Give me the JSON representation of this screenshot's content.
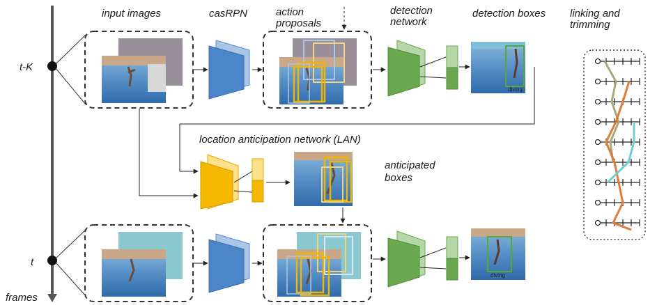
{
  "labels": {
    "input_images": "input images",
    "casrpn": "casRPN",
    "action_proposals_1": "action",
    "action_proposals_2": "proposals",
    "detection_network_1": "detection",
    "detection_network_2": "network",
    "detection_boxes": "detection boxes",
    "linking_1": "linking and",
    "linking_2": "trimming",
    "lan": "location anticipation network (LAN)",
    "anticipated_1": "anticipated",
    "anticipated_2": "boxes",
    "time_tk": "t-K",
    "time_t": "t",
    "frames": "frames",
    "diving_top": "diving",
    "diving_bottom": "diving"
  },
  "colors": {
    "casrpn_blue": "#4a86c8",
    "casrpn_light": "#a9c6e8",
    "detection_green": "#6aa84f",
    "detection_light": "#b6d7a8",
    "lan_yellow": "#f5b800",
    "lan_light": "#ffe08a",
    "box_yellow": "#f2b400",
    "box_green": "#5aa832",
    "track_olive": "#a8a878",
    "track_orange": "#e07b39",
    "track_teal": "#6ecfcf",
    "water": "#3f7fc0",
    "pool_edge": "#6fa7d9"
  }
}
